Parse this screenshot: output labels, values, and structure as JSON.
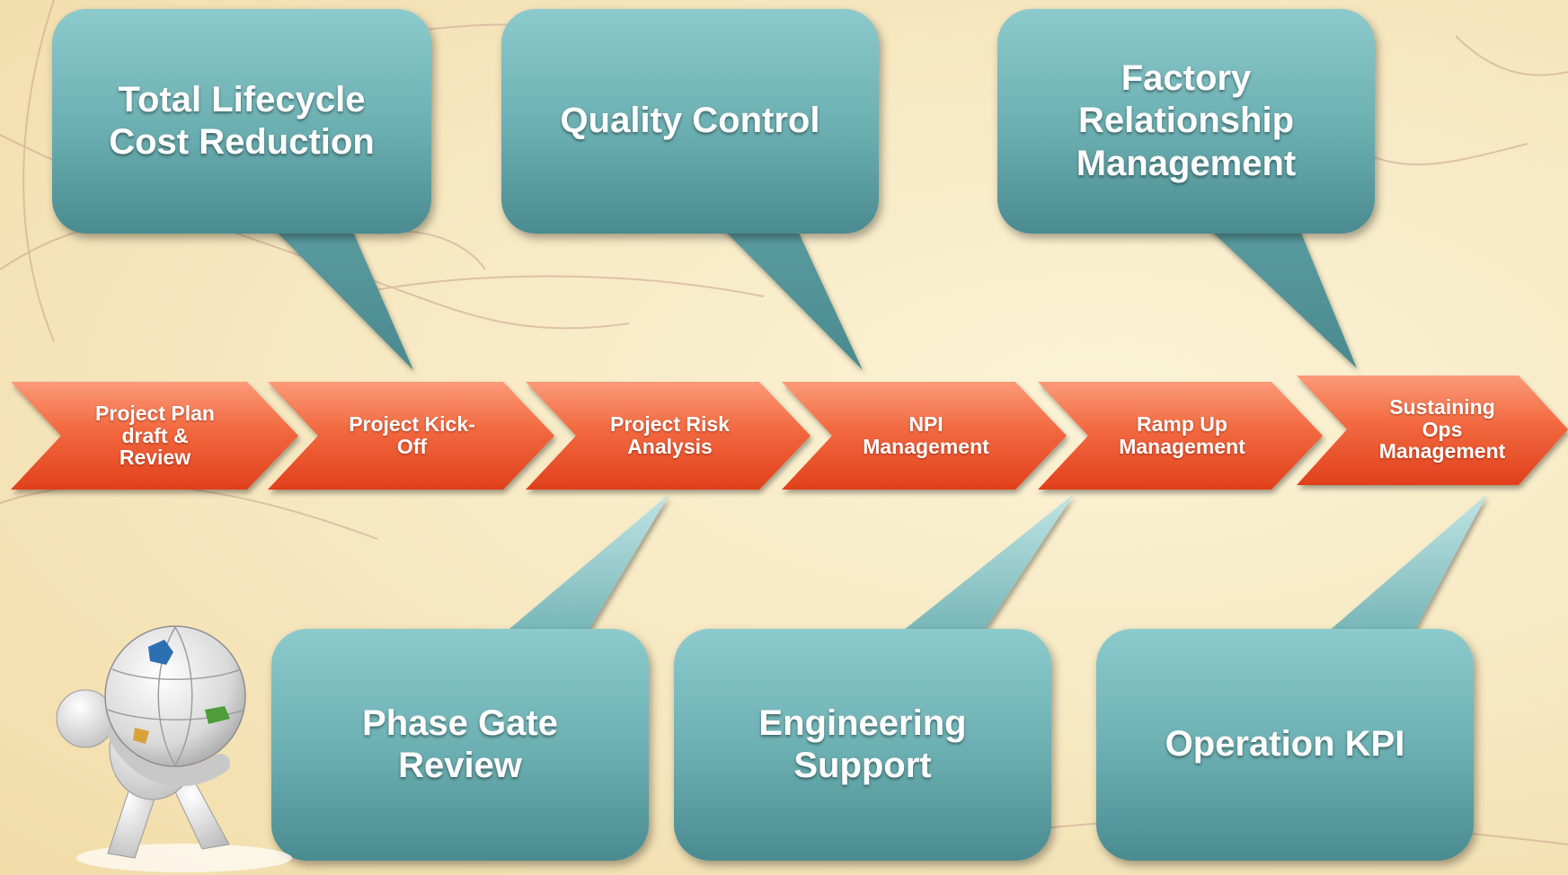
{
  "colors": {
    "callout_top": "#86c6c8",
    "callout_bottom": "#4d8f94",
    "chevron_top": "#f98a66",
    "chevron_bottom": "#e6421c",
    "background": "#f8ecc8"
  },
  "steps": [
    {
      "label": "Project Plan\ndraft &\nReview"
    },
    {
      "label": "Project Kick-\nOff"
    },
    {
      "label": "Project Risk\nAnalysis"
    },
    {
      "label": "NPI\nManagement"
    },
    {
      "label": "Ramp Up\nManagement"
    },
    {
      "label": "Sustaining\nOps\nManagement"
    }
  ],
  "callouts_top": [
    {
      "label": "Total Lifecycle\nCost Reduction"
    },
    {
      "label": "Quality Control"
    },
    {
      "label": "Factory\nRelationship\nManagement"
    }
  ],
  "callouts_bottom": [
    {
      "label": "Phase Gate\nReview"
    },
    {
      "label": "Engineering\nSupport"
    },
    {
      "label": "Operation KPI"
    }
  ],
  "illustration": {
    "icon": "figure-carrying-puzzle-globe-icon"
  }
}
